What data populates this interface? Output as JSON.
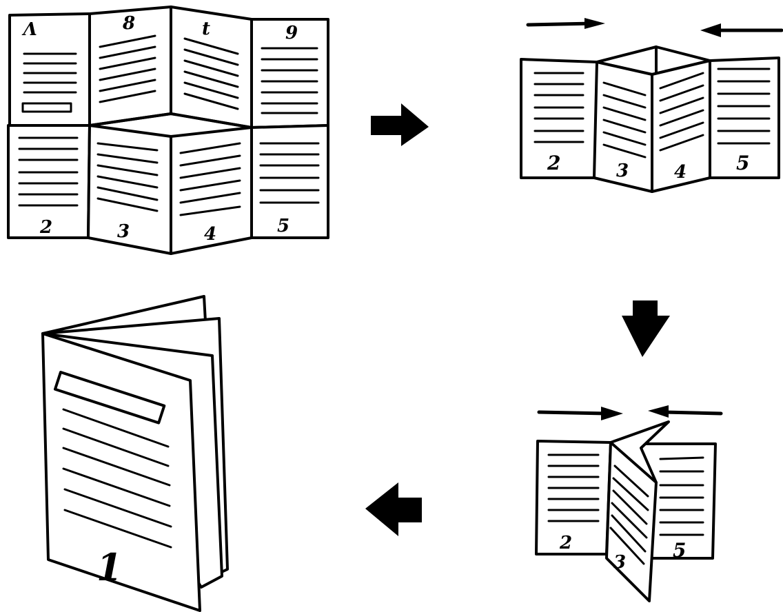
{
  "steps": {
    "step1": {
      "pages_top": [
        "V",
        "8",
        "t",
        "9"
      ],
      "pages_bottom": [
        "2",
        "3",
        "4",
        "5"
      ]
    },
    "step2": {
      "pages": [
        "2",
        "3",
        "4",
        "5"
      ]
    },
    "step3": {
      "pages": [
        "2",
        "3",
        "5"
      ]
    },
    "step4": {
      "cover_number": "1"
    }
  },
  "icons": {
    "step_arrow_right": "thick-arrow-right-icon",
    "step_arrow_down": "thick-arrow-down-icon",
    "step_arrow_left": "thick-arrow-left-icon",
    "push_arrows": "push-arrow-icon"
  },
  "colors": {
    "ink": "#000000",
    "paper": "#ffffff"
  }
}
